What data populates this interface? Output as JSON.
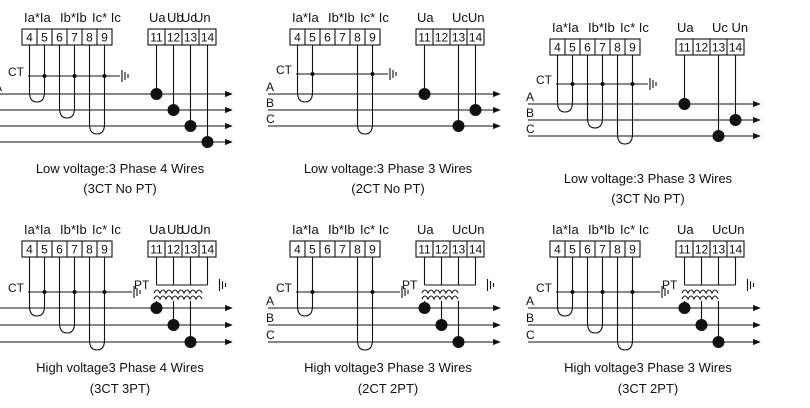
{
  "colors": {
    "ink": "#111111",
    "background": "#ffffff"
  },
  "labels": {
    "ct": "CT",
    "pt": "PT",
    "phase_a": "A",
    "phase_b": "B",
    "phase_c": "C",
    "current_headers": [
      "Ia*Ia",
      "Ib*Ib",
      "Ic* Ic"
    ],
    "current_terminals": [
      "4",
      "5",
      "6",
      "7",
      "8",
      "9"
    ],
    "ground_icon": "ground-symbol"
  },
  "panels": [
    {
      "id": "lv-3p4w",
      "caption": "Low voltage:3 Phase 4 Wires",
      "subcaption": "(3CT No PT)",
      "voltage_headers": [
        "Ua",
        "Ub",
        "Uc",
        "Un"
      ],
      "voltage_terminals": [
        "11",
        "12",
        "13",
        "14"
      ]
    },
    {
      "id": "lv-3p3w-2ct",
      "caption": "Low voltage:3 Phase 3 Wires",
      "subcaption": "(2CT No PT)",
      "voltage_headers": [
        "Ua",
        "UcUn"
      ],
      "voltage_terminals": [
        "11",
        "12",
        "13",
        "14"
      ]
    },
    {
      "id": "lv-3p3w-3ct",
      "caption": "Low voltage:3 Phase 3 Wires",
      "subcaption": "(3CT No PT)",
      "voltage_headers": [
        "Ua",
        "Uc Un"
      ],
      "voltage_terminals": [
        "11",
        "12",
        "13",
        "14"
      ]
    },
    {
      "id": "hv-3p4w",
      "caption": "High voltage3 Phase 4 Wires",
      "subcaption": "(3CT 3PT)",
      "voltage_headers": [
        "Ua",
        "Ub",
        "Uc",
        "Un"
      ],
      "voltage_terminals": [
        "11",
        "12",
        "13",
        "14"
      ]
    },
    {
      "id": "hv-3p3w-2ct",
      "caption": "High voltage3 Phase 3 Wires",
      "subcaption": "(2CT 2PT)",
      "voltage_headers": [
        "Ua",
        "UcUn"
      ],
      "voltage_terminals": [
        "11",
        "12",
        "13",
        "14"
      ]
    },
    {
      "id": "hv-3p3w-3ct",
      "caption": "High voltage3 Phase 3 Wires",
      "subcaption": "(3CT 2PT)",
      "voltage_headers": [
        "Ua",
        "UcUn"
      ],
      "voltage_terminals": [
        "11",
        "12",
        "13",
        "14"
      ]
    }
  ]
}
